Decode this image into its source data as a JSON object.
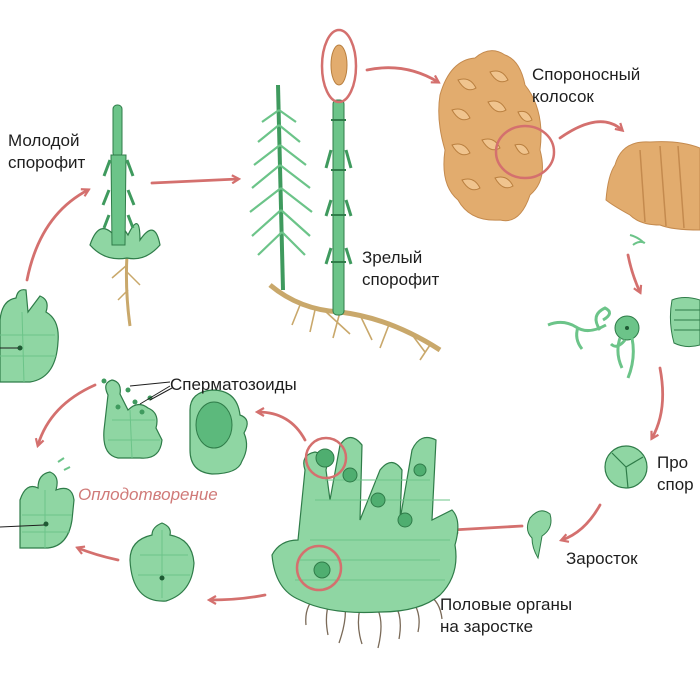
{
  "labels": {
    "young_sporophyte": "Молодой\nспорофит",
    "mature_sporophyte": "Зрелый\nспорофит",
    "spore_spike": "Спороносный\nколосок",
    "spores_partial": "Про\nспор",
    "prothallus": "Заросток",
    "sex_organs": "Половые органы\nна заростке",
    "sperm": "Сперматозоиды",
    "fertilization": "Оплодотворение"
  },
  "colors": {
    "plant_light": "#8fd6a3",
    "plant_mid": "#6cc489",
    "plant_dark": "#3f9a5e",
    "outline": "#2f7c49",
    "strobilus": "#e2ac6e",
    "strobilus_light": "#f0c48e",
    "root": "#c9a86b",
    "arrow": "#d4706e",
    "text": "#1e1e1e"
  }
}
